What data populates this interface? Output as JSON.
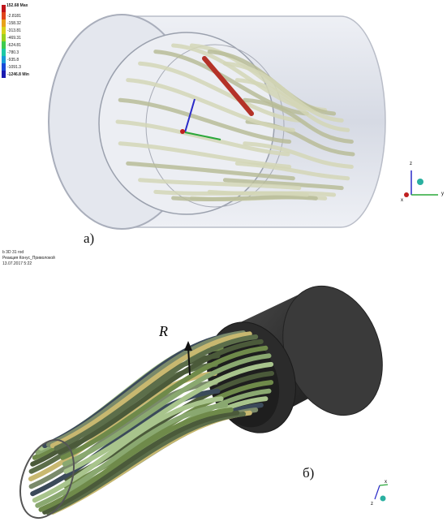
{
  "top_panel": {
    "caption": "а)",
    "legend": {
      "values": [
        "152.68 Max",
        "-2.8181",
        "-158.32",
        "-313.81",
        "-469.31",
        "-624.81",
        "-780.3",
        "-935.8",
        "-1091.3",
        "-1246.8 Min"
      ],
      "colors": [
        "#c0151b",
        "#e0441a",
        "#e8a21a",
        "#d8d21a",
        "#9ad21e",
        "#3ecb4e",
        "#1ec8a6",
        "#1a9ad8",
        "#1a4ad8",
        "#1a1ab0"
      ]
    },
    "triad": {
      "x": "x",
      "y": "y",
      "z": "z"
    }
  },
  "bottom_panel": {
    "caption": "б)",
    "header_lines": [
      "b 3D 31 rod",
      "Реакция Конус_Приволокой",
      "13.07.2017 5:22"
    ],
    "annotation": "R",
    "triad": {
      "x": "x",
      "z": "z"
    }
  },
  "colors": {
    "tube_fill": "#dfe2ea",
    "tube_edge": "#b9bdc8",
    "rod_light": "#d9d9b8",
    "rod_dark": "#3d4a36",
    "cylinder": "#2d2d2d",
    "highlight_rod": "#b43228"
  }
}
